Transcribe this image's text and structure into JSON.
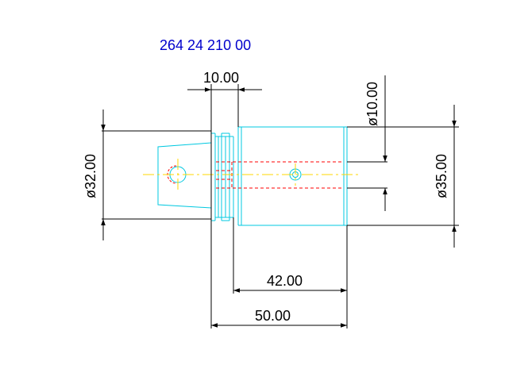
{
  "drawing": {
    "part_number": "264 24 210 00",
    "dimensions": {
      "collar_width": "10.00",
      "bore_diameter": "ø10.00",
      "left_diameter": "ø32.00",
      "right_diameter": "ø35.00",
      "body_length": "42.00",
      "overall_length": "50.00"
    }
  },
  "colors": {
    "part_number": "#0000cc",
    "part_outline": "#00c8e0",
    "hidden_line": "#ff0000",
    "center_line": "#ffd700",
    "dimension": "#000000",
    "background": "#ffffff"
  },
  "icons": {
    "pin_hole": "circle-icon",
    "cross_bore": "concentric-circle-icon"
  }
}
